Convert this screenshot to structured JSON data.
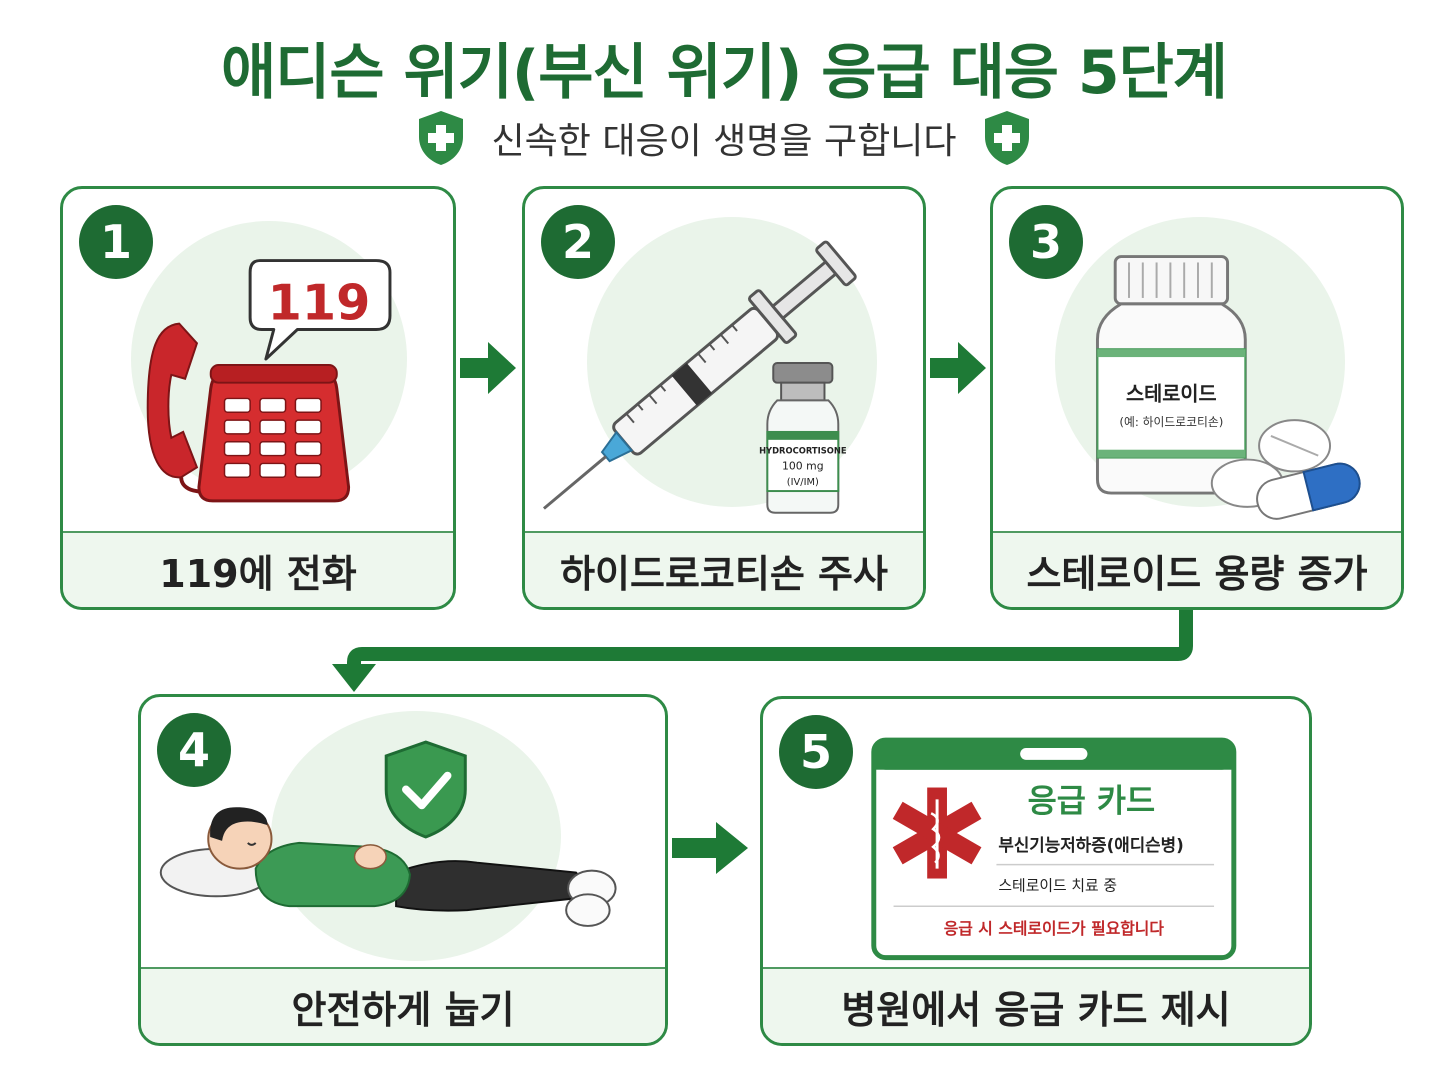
{
  "title": "애디슨 위기(부신 위기) 응급 대응 5단계",
  "subtitle": "신속한 대응이 생명을 구합니다",
  "steps": [
    {
      "number": "1",
      "label": "119에 전화",
      "bubble_text": "119"
    },
    {
      "number": "2",
      "label": "하이드로코티손 주사",
      "vial_line1": "HYDROCORTISONE",
      "vial_line2": "100 mg",
      "vial_line3": "(IV/IM)"
    },
    {
      "number": "3",
      "label": "스테로이드 용량 증가",
      "bottle_title": "스테로이드",
      "bottle_sub": "(예: 하이드로코티손)"
    },
    {
      "number": "4",
      "label": "안전하게 눕기"
    },
    {
      "number": "5",
      "label": "병원에서 응급 카드 제시",
      "card_title": "응급 카드",
      "card_line1": "부신기능저하증(애디슨병)",
      "card_line2": "스테로이드 치료 중",
      "card_warning": "응급 시 스테로이드가 필요합니다"
    }
  ],
  "colors": {
    "primary": "#1e6b33",
    "accent": "#2e8a45",
    "red": "#c0282a",
    "light": "#eef7ee"
  }
}
